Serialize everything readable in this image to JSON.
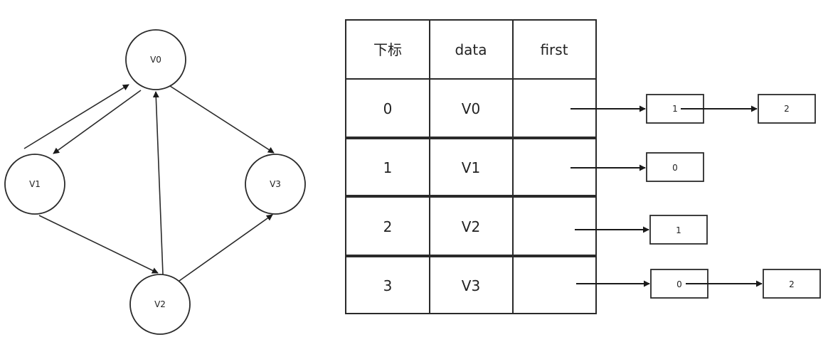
{
  "graph": {
    "nodes": [
      {
        "id": "v0",
        "label": "V0"
      },
      {
        "id": "v1",
        "label": "V1"
      },
      {
        "id": "v2",
        "label": "V2"
      },
      {
        "id": "v3",
        "label": "V3"
      }
    ],
    "edges": [
      {
        "from": "v1",
        "to": "v0"
      },
      {
        "from": "v0",
        "to": "v1"
      },
      {
        "from": "v0",
        "to": "v3"
      },
      {
        "from": "v1",
        "to": "v2"
      },
      {
        "from": "v2",
        "to": "v0"
      },
      {
        "from": "v2",
        "to": "v3"
      }
    ]
  },
  "table": {
    "headers": {
      "index": "下标",
      "data": "data",
      "first": "first"
    },
    "rows": [
      {
        "index": "0",
        "data": "V0"
      },
      {
        "index": "1",
        "data": "V1"
      },
      {
        "index": "2",
        "data": "V2"
      },
      {
        "index": "3",
        "data": "V3"
      }
    ]
  },
  "lists": [
    [
      "1",
      "2"
    ],
    [
      "0"
    ],
    [
      "1"
    ],
    [
      "0",
      "2"
    ]
  ]
}
